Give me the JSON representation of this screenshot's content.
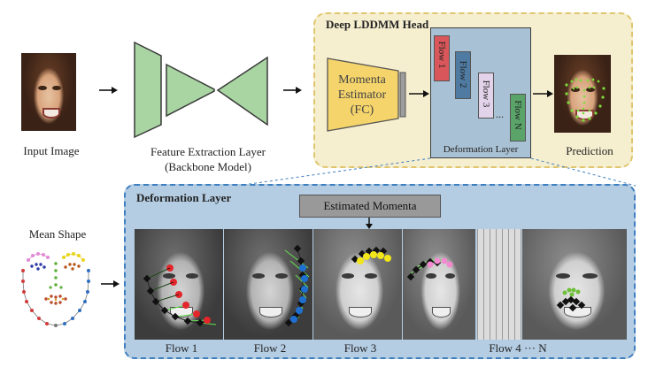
{
  "top": {
    "input_label": "Input Image",
    "feature_label_line1": "Feature Extraction Layer",
    "feature_label_line2": "(Backbone Model)",
    "head_title": "Deep LDDMM Head",
    "momenta_line1": "Momenta",
    "momenta_line2": "Estimator",
    "momenta_line3": "(FC)",
    "flows": [
      "Flow 1",
      "Flow 2",
      "Flow 3",
      "Flow N"
    ],
    "flow_ellipsis": "...",
    "deformation_label": "Deformation Layer",
    "prediction_label": "Prediction"
  },
  "bottom": {
    "panel_title": "Deformation Layer",
    "estimated_momenta": "Estimated Momenta",
    "mean_shape_label": "Mean Shape",
    "flow_labels": [
      "Flow 1",
      "Flow 2",
      "Flow 3",
      "Flow 4 ··· N"
    ]
  },
  "colors": {
    "head_fill": "#f6efcf",
    "head_border": "#e0c56e",
    "deformation_fill": "#a9c1d4",
    "bottom_panel_fill": "#b4cde3",
    "bottom_panel_border": "#3f7fc0",
    "backbone_green": "#a8d5a2",
    "momenta_yellow": "#f5d46b",
    "flow1": "#d9575a",
    "flow2": "#4f7ba2",
    "flow3": "#e3d3ea",
    "flowN": "#5aa46a"
  }
}
